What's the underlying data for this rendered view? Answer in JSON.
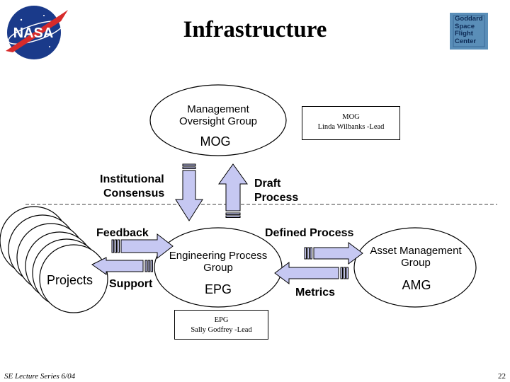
{
  "header": {
    "title": "Infrastructure",
    "nasa_logo_text": "NASA",
    "gsfc_logo_lines": [
      "Goddard",
      "Space",
      "Flight",
      "Center"
    ]
  },
  "colors": {
    "arrow_fill": "#c6c8f2",
    "gsfc_box": "#5a8eb8",
    "nasa_blue": "#1a3a8a",
    "nasa_red": "#d72b2b"
  },
  "diagram": {
    "mog": {
      "line1": "Management",
      "line2": "Oversight Group",
      "abbr": "MOG"
    },
    "epg": {
      "line1": "Engineering Process",
      "line2": "Group",
      "abbr": "EPG"
    },
    "amg": {
      "line1": "Asset Management",
      "line2": "Group",
      "abbr": "AMG"
    },
    "projects": "Projects",
    "labels": {
      "institutional_line1": "Institutional",
      "institutional_line2": "Consensus",
      "draft_line1": "Draft",
      "draft_line2": "Process",
      "feedback": "Feedback",
      "support": "Support",
      "defined_process": "Defined Process",
      "metrics": "Metrics"
    },
    "mog_lead": {
      "line1": "MOG",
      "line2": "Linda Wilbanks -Lead"
    },
    "epg_lead": {
      "line1": "EPG",
      "line2": "Sally Godfrey -Lead"
    }
  },
  "footer": {
    "left": "SE Lecture Series 6/04",
    "page": "22"
  }
}
